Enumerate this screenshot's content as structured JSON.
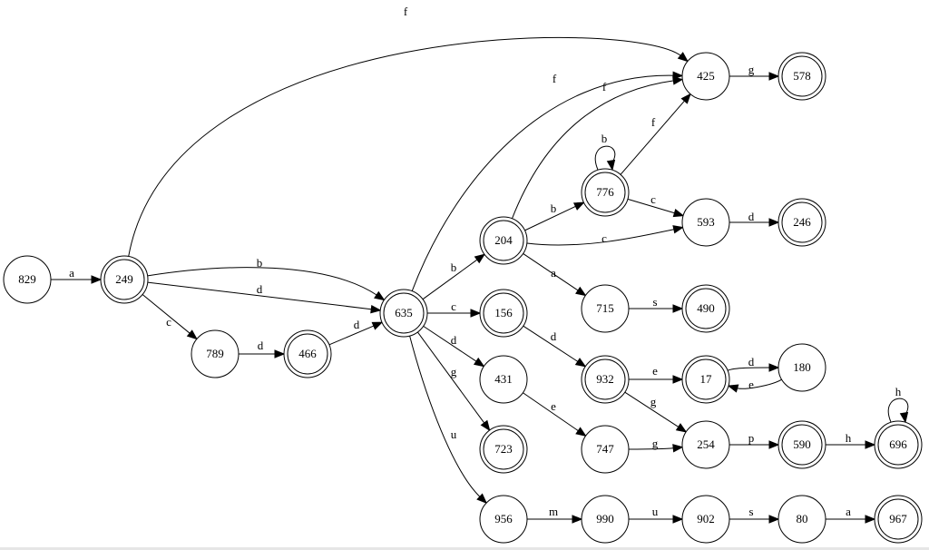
{
  "automaton": {
    "states": [
      {
        "id": "829",
        "accepting": false
      },
      {
        "id": "249",
        "accepting": true
      },
      {
        "id": "789",
        "accepting": false
      },
      {
        "id": "466",
        "accepting": true
      },
      {
        "id": "635",
        "accepting": true
      },
      {
        "id": "204",
        "accepting": true
      },
      {
        "id": "156",
        "accepting": true
      },
      {
        "id": "431",
        "accepting": false
      },
      {
        "id": "723",
        "accepting": true
      },
      {
        "id": "956",
        "accepting": false
      },
      {
        "id": "776",
        "accepting": true
      },
      {
        "id": "715",
        "accepting": false
      },
      {
        "id": "932",
        "accepting": true
      },
      {
        "id": "747",
        "accepting": false
      },
      {
        "id": "990",
        "accepting": false
      },
      {
        "id": "425",
        "accepting": false
      },
      {
        "id": "593",
        "accepting": false
      },
      {
        "id": "490",
        "accepting": true
      },
      {
        "id": "17",
        "accepting": true
      },
      {
        "id": "254",
        "accepting": false
      },
      {
        "id": "902",
        "accepting": false
      },
      {
        "id": "578",
        "accepting": true
      },
      {
        "id": "246",
        "accepting": true
      },
      {
        "id": "180",
        "accepting": false
      },
      {
        "id": "590",
        "accepting": true
      },
      {
        "id": "80",
        "accepting": false
      },
      {
        "id": "696",
        "accepting": true
      },
      {
        "id": "967",
        "accepting": true
      }
    ],
    "transitions": [
      {
        "from": "829",
        "to": "249",
        "label": "a"
      },
      {
        "from": "249",
        "to": "425",
        "label": "f"
      },
      {
        "from": "249",
        "to": "635",
        "label": "b"
      },
      {
        "from": "249",
        "to": "635",
        "label": "d"
      },
      {
        "from": "249",
        "to": "789",
        "label": "c"
      },
      {
        "from": "789",
        "to": "466",
        "label": "d"
      },
      {
        "from": "466",
        "to": "635",
        "label": "d"
      },
      {
        "from": "635",
        "to": "425",
        "label": "f"
      },
      {
        "from": "635",
        "to": "204",
        "label": "b"
      },
      {
        "from": "635",
        "to": "156",
        "label": "c"
      },
      {
        "from": "635",
        "to": "431",
        "label": "d"
      },
      {
        "from": "635",
        "to": "723",
        "label": "g"
      },
      {
        "from": "635",
        "to": "956",
        "label": "u"
      },
      {
        "from": "204",
        "to": "425",
        "label": "f"
      },
      {
        "from": "204",
        "to": "776",
        "label": "b"
      },
      {
        "from": "204",
        "to": "593",
        "label": "c"
      },
      {
        "from": "204",
        "to": "715",
        "label": "a"
      },
      {
        "from": "776",
        "to": "776",
        "label": "b"
      },
      {
        "from": "776",
        "to": "425",
        "label": "f"
      },
      {
        "from": "776",
        "to": "593",
        "label": "c"
      },
      {
        "from": "425",
        "to": "578",
        "label": "g"
      },
      {
        "from": "593",
        "to": "246",
        "label": "d"
      },
      {
        "from": "715",
        "to": "490",
        "label": "s"
      },
      {
        "from": "156",
        "to": "932",
        "label": "d"
      },
      {
        "from": "932",
        "to": "17",
        "label": "e"
      },
      {
        "from": "932",
        "to": "254",
        "label": "g"
      },
      {
        "from": "17",
        "to": "180",
        "label": "d"
      },
      {
        "from": "180",
        "to": "17",
        "label": "e"
      },
      {
        "from": "431",
        "to": "747",
        "label": "e"
      },
      {
        "from": "747",
        "to": "254",
        "label": "g"
      },
      {
        "from": "254",
        "to": "590",
        "label": "p"
      },
      {
        "from": "590",
        "to": "696",
        "label": "h"
      },
      {
        "from": "696",
        "to": "696",
        "label": "h"
      },
      {
        "from": "956",
        "to": "990",
        "label": "m"
      },
      {
        "from": "990",
        "to": "902",
        "label": "u"
      },
      {
        "from": "902",
        "to": "80",
        "label": "s"
      },
      {
        "from": "80",
        "to": "967",
        "label": "a"
      }
    ]
  }
}
